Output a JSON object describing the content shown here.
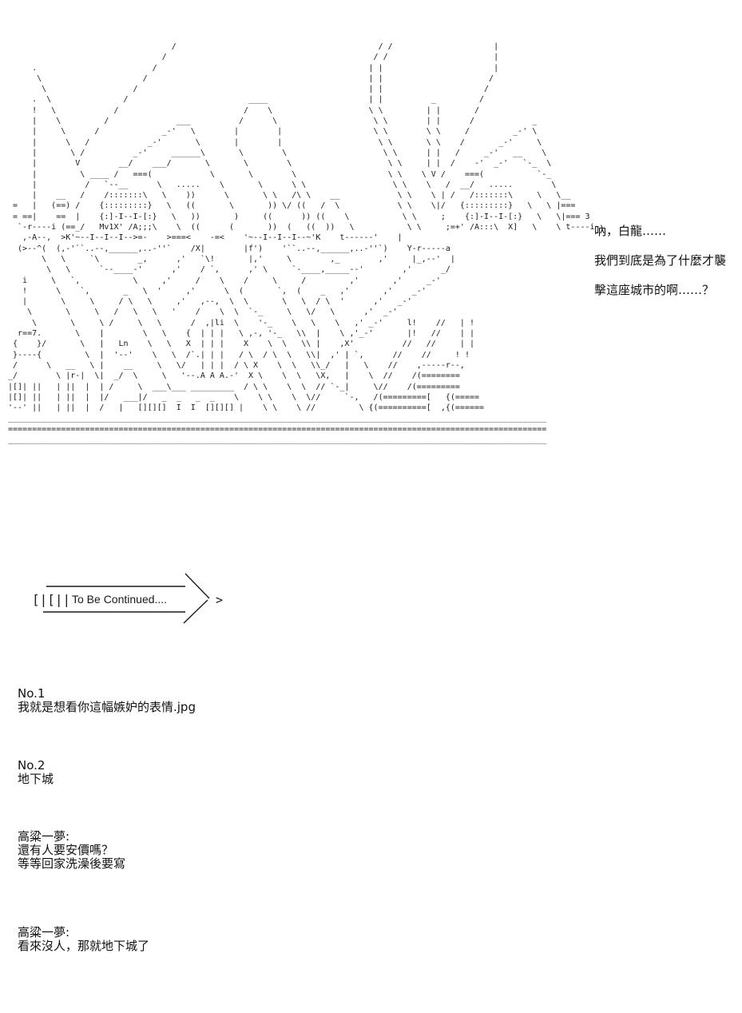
{
  "art": {
    "lines": [
      "                                  /                                          / /                     |",
      "                                /                                           / /                      |",
      "     .                        /                                            | |                       |",
      "      \\                     /                                              | |                      /",
      "       \\                  /                                                | |                     /",
      "     .  \\               /                         ____                     | |          _         /",
      "     !   \\            /                          /    \\                    \\ \\         | |       /",
      "     |    \\         /              ___          /      \\                    \\ \\        | |      /            _",
      "     |     \\      /             _-'   \\        |        |                   \\ \\        \\ \\     /         _-' \\",
      "     |      \\   /            _-'       \\       |        |                    \\ \\       \\ \\    /       _-'     \\",
      "     |       \\ /          _-'     ______\\       \\        \\                    \\ \\      | |   /     _-'   __    \\",
      "     |        V        __/    ___/       \\       \\        \\                    \\ \\     | |  /    -'  _-'   `-_  \\",
      "     |         \\ ____ /   ===(            \\       \\        \\                   \\ \\    \\ V /    ===(           `-_",
      "     |          /   `--__      \\   .....    \\       \\      \\ \\                  \\ \\    \\   /  __/   .....        \\",
      "     |    __   /    /:::::::\\   \\    ))      \\       \\ \\   /\\ \\    __            \\ \\    \\ | /   /:::::::\\     \\   \\__",
      " =   |   (==) /    {:::::::::}   \\   ((       \\       )) \\/ ((   /  \\            \\ \\    \\|/   {:::::::::}   \\   \\ |===",
      " = ==|    ==  |    {:]-I--I-[:}   \\   ))       )     ((      )) ((    \\           \\ \\     ;    {:]-I--I-[:}   \\   \\|=== 3",
      "  `-r----i (==_/   Mv1X' /A;;;\\    \\  ((      (       ))  (   ((  ))   \\           \\ \\     ;=+' /A:::\\  X]   \\    \\ t----i",
      "   ,-A--,  >K'~--I--I--I-->=-    >===<    -=<    '~--I--I--I--~'K    t------'    |",
      "  (>--^(  (,-'``..--,______,..-''`    /X|        |f')    '``..--,______,..-''`)    Y-r-----a",
      "       \\   \\     `\\        _,      ,'   `\\!       |,'     \\        ,_        ,'     |_,--'  |",
      "        \\   \\      `--____-'      ,'    / `,      ,' \\     `-____,_____--'        ,'      _/",
      "   i     \\   `,           \\     ,'     /    \\    /     \\     /         ,'       ,'     _-'",
      "   !      \\    `,       _   \\  '     ,'      \\  (       `,  (    _   ,'       ,'    _-'",
      "   |       \\     \\     / \\   \\     ,'   ,--,  \\  \\       \\   \\  / \\  '      ,'   _-'",
      "    \\       \\     \\   /   \\   \\   '    /    \\  \\  `-_     \\   \\/   \\      ,'  _-'",
      "     \\       \\     \\ /     \\   \\      /  ,|li  \\    '-_    \\   \\    \\   ,' _-'     l!    //   | !",
      "  r==7.       \\    |        \\   \\    {  | | |   \\ ,-, '-_   \\\\  |    \\ ,'_-'       |!   //    | |",
      " {    }/       \\   |   Ln    \\   \\   X  | | |    X    \\  \\   \\\\ |    ,X'          //   //     | |",
      " }----{         \\  |  '--'    \\   \\  /`.| | |   / \\  / \\  \\   \\\\|  ,' | `,      //    //     ! !",
      " /      \\   __   \\ |    __     \\   \\/   | | |  / \\ X    \\  \\   \\\\_/   |   \\    //    ,-----r--,",
      "_/        \\ |r-|  \\|  _/  \\     \\   '--.A A A.-'  X \\    \\  \\   \\X,   |    \\  //    /(========",
      "|[]| ||   | ||  |  | /     \\  ___\\___ _________  / \\ \\    \\  \\  // `-_|     \\//    /(=========",
      "|[]| ||   | ||  |  |/   ___|/   _  _   _  _    \\    \\ \\    \\  \\//     `-,   /(=========[   {(=====",
      "'--' ||   | ||  |  /   |   [][][]  I  I  [][][] |    \\ \\    \\ //         \\ {(==========[  ,{(======",
      "________________________________________________________________________________________________________________",
      "================================================================================================================",
      "________________________________________________________________________________________________________________"
    ]
  },
  "dialogue": {
    "line1": "吶，白龍……",
    "line2": "我們到底是為了什麼才襲",
    "line3": "擊這座城市的啊……？"
  },
  "banner": {
    "left_bracket": "[|[||",
    "label": "To Be Continued....",
    "tip": ">"
  },
  "posts": [
    {
      "id": "No.1",
      "text": "我就是想看你這幅嫉妒的表情.jpg"
    },
    {
      "id": "No.2",
      "text": "地下城"
    }
  ],
  "comments": [
    {
      "author": "高粱一夢:",
      "lines": [
        "還有人要安價嗎？",
        "等等回家洗澡後要寫"
      ]
    },
    {
      "author": "高粱一夢:",
      "lines": [
        "看來沒人，那就地下城了"
      ]
    }
  ]
}
